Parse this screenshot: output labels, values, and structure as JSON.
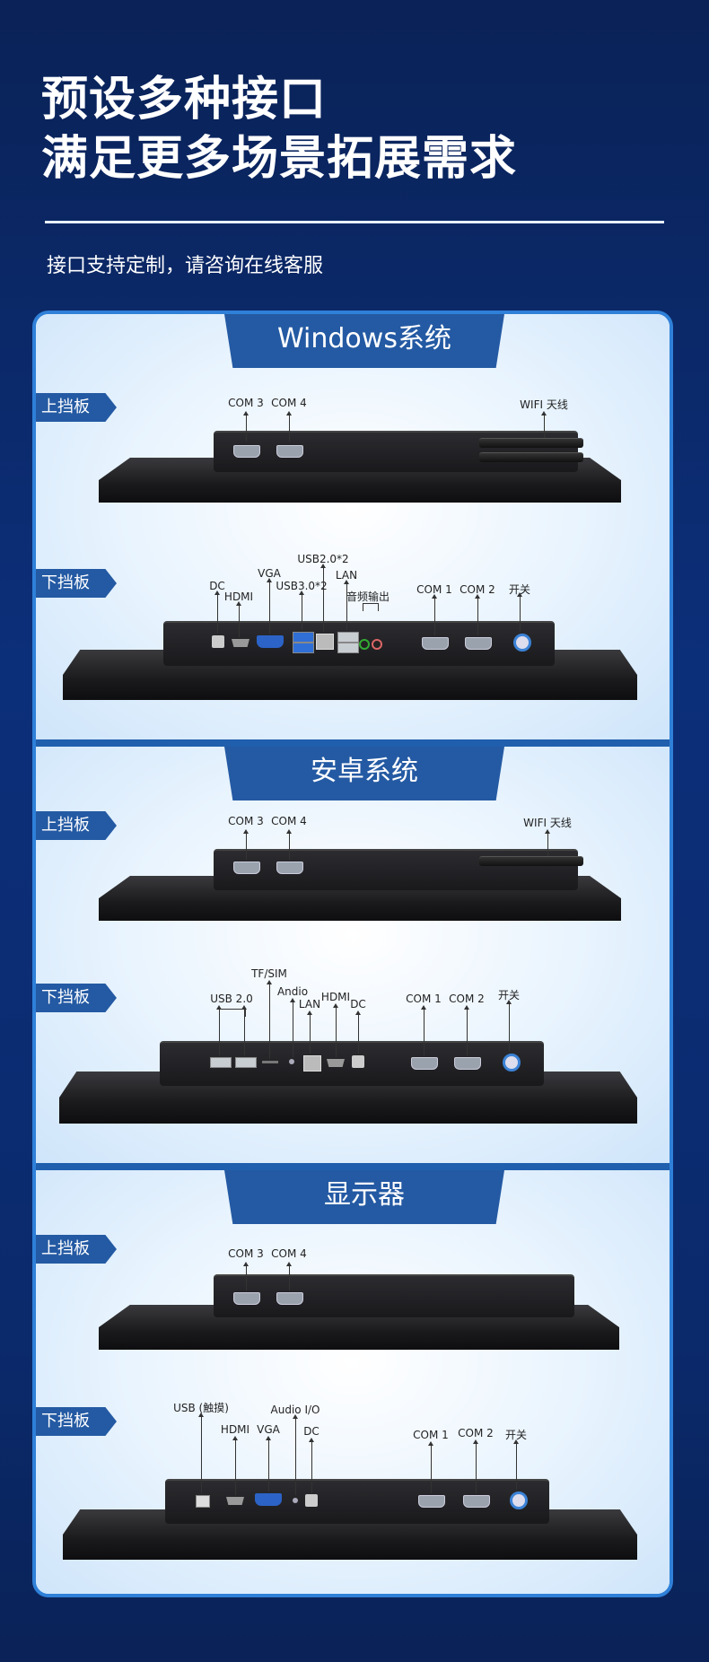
{
  "hero": {
    "title_line1": "预设多种接口",
    "title_line2": "满足更多场景拓展需求",
    "subtitle": "接口支持定制，请咨询在线客服"
  },
  "sections": [
    {
      "tab": "Windows系统",
      "top_badge": "上挡板",
      "bottom_badge": "下挡板",
      "top_labels": [
        "COM 3",
        "COM 4",
        "WIFI 天线"
      ],
      "bottom_labels": [
        "DC",
        "HDMI",
        "VGA",
        "USB3.0*2",
        "USB2.0*2",
        "LAN",
        "音频输出",
        "COM 1",
        "COM 2",
        "开关"
      ]
    },
    {
      "tab": "安卓系统",
      "top_badge": "上挡板",
      "bottom_badge": "下挡板",
      "top_labels": [
        "COM 3",
        "COM 4",
        "WIFI 天线"
      ],
      "bottom_labels": [
        "USB 2.0",
        "TF/SIM",
        "Andio",
        "LAN",
        "HDMI",
        "DC",
        "COM 1",
        "COM 2",
        "开关"
      ]
    },
    {
      "tab": "显示器",
      "top_badge": "上挡板",
      "bottom_badge": "下挡板",
      "top_labels": [
        "COM 3",
        "COM 4"
      ],
      "bottom_labels": [
        "USB (触摸)",
        "HDMI",
        "VGA",
        "Audio I/O",
        "DC",
        "COM 1",
        "COM 2",
        "开关"
      ]
    }
  ],
  "colors": {
    "background": "#0c2f7a",
    "tab": "#245aa3",
    "frame_border": "#2f80d8"
  }
}
